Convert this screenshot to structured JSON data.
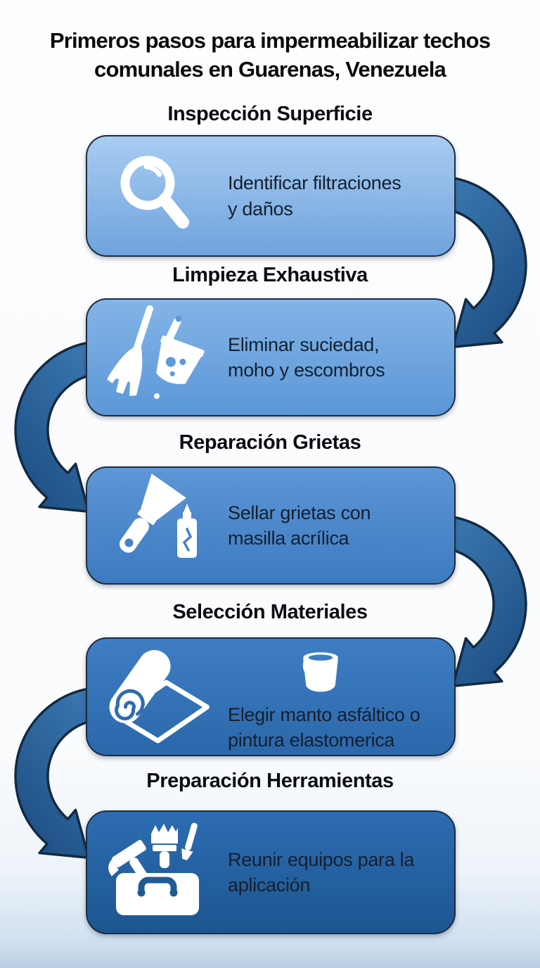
{
  "title_lines": [
    "Primeros pasos para impermeabilizar techos",
    "comunales en Guarenas, Venezuela"
  ],
  "steps": [
    {
      "heading": "Inspección Superficie",
      "desc": [
        "Identificar filtraciones",
        "y daños"
      ],
      "icon": "magnifier-icon",
      "color_top": "#a9ccf1",
      "color_bottom": "#6fa3dd"
    },
    {
      "heading": "Limpieza Exhaustiva",
      "desc": [
        "Eliminar suciedad,",
        "moho y escombros"
      ],
      "icon": "broom-dustpan-icon",
      "color_top": "#84b4e8",
      "color_bottom": "#5b97d7"
    },
    {
      "heading": "Reparación Grietas",
      "desc": [
        "Sellar grietas con",
        "masilla acrílica"
      ],
      "icon": "putty-knife-tube-icon",
      "color_top": "#5e96d6",
      "color_bottom": "#3c7ac0"
    },
    {
      "heading": "Selección Materiales",
      "desc": [
        "Elegir manto asfáltico o",
        "pintura elastomerica"
      ],
      "icon": "membrane-roll-icon, paint-bucket-icon",
      "color_top": "#3f7ec4",
      "color_bottom": "#2b67aa"
    },
    {
      "heading": "Preparación Herramientas",
      "desc": [
        "Reunir equipos para la",
        "aplicación"
      ],
      "icon": "toolbox-icon",
      "color_top": "#2d6cb2",
      "color_bottom": "#1d5690"
    }
  ],
  "colors": {
    "background_top": "#fcfdfe",
    "background_bottom": "#b9cde2",
    "box_border": "#1d2c3e",
    "arrow_fill_top": "#3d7ab4",
    "arrow_fill_bottom": "#1f5287",
    "arrow_outline": "#122a42",
    "heading_text": "#0b0d11",
    "body_text": "#15202e",
    "icon_color": "#ffffff"
  }
}
